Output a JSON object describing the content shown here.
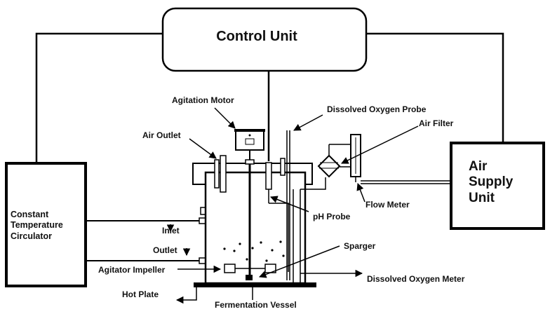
{
  "diagram": {
    "control_unit": "Control Unit",
    "air_supply_unit": [
      "Air",
      "Supply",
      "Unit"
    ],
    "constant_temperature_circulator": [
      "Constant",
      "Temperature",
      "Circulator"
    ],
    "labels": {
      "agitation_motor": "Agitation Motor",
      "dissolved_oxygen_probe": "Dissolved Oxygen Probe",
      "air_filter": "Air Filter",
      "air_outlet": "Air Outlet",
      "flow_meter": "Flow Meter",
      "ph_probe": "pH Probe",
      "inlet": "Inlet",
      "outlet": "Outlet",
      "sparger": "Sparger",
      "agitator_impeller": "Agitator Impeller",
      "dissolved_oxygen_meter": "Dissolved Oxygen Meter",
      "hot_plate": "Hot Plate",
      "fermentation_vessel": "Fermentation Vessel"
    }
  }
}
